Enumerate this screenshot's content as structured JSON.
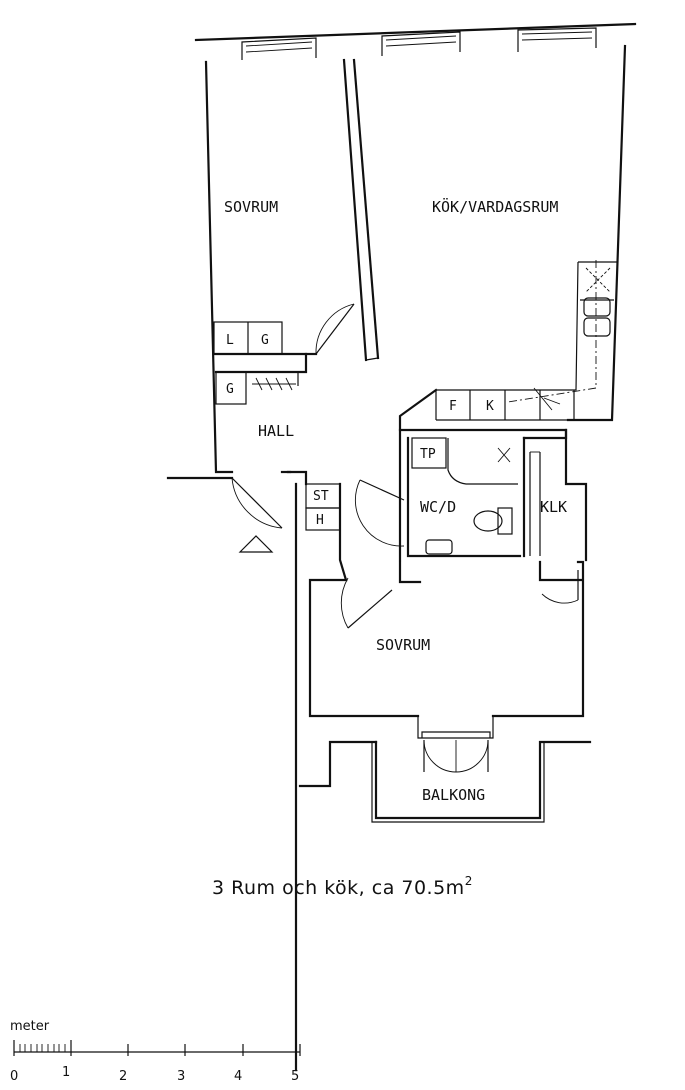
{
  "rooms": {
    "sovrum_north": "SOVRUM",
    "kok_vardagsrum": "KÖK/VARDAGSRUM",
    "hall": "HALL",
    "wc_d": "WC/D",
    "klk": "KLK",
    "sovrum_south": "SOVRUM",
    "balkong": "BALKONG"
  },
  "fixtures": {
    "l": "L",
    "g_upper": "G",
    "g_lower": "G",
    "f": "F",
    "k": "K",
    "tp": "TP",
    "st": "ST",
    "h": "H"
  },
  "caption": {
    "text": "3 Rum och kök, ca 70.5m",
    "superscript": "2"
  },
  "scale": {
    "unit": "meter",
    "ticks": [
      "0",
      "1",
      "2",
      "3",
      "4",
      "5"
    ]
  }
}
